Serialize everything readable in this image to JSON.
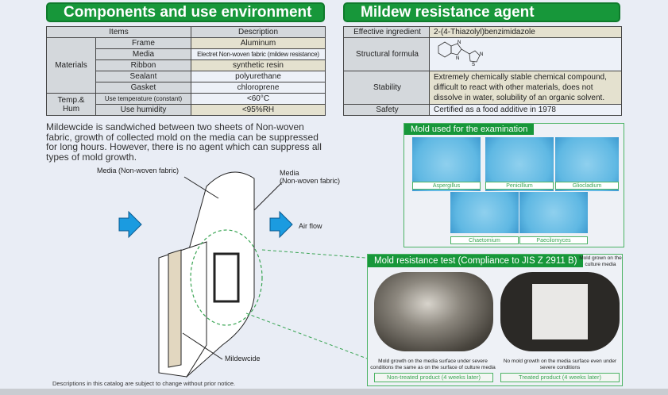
{
  "left_title": "Components and use environment",
  "right_title": "Mildew resistance agent",
  "spec_table": {
    "headers": [
      "Items",
      "Description"
    ],
    "groups": [
      {
        "label": "Materials",
        "rows": [
          [
            "Frame",
            "Aluminum"
          ],
          [
            "Media",
            "Electret Non-woven fabric (mildew resistance)"
          ],
          [
            "Ribbon",
            "synthetic resin"
          ],
          [
            "Sealant",
            "polyurethane"
          ],
          [
            "Gasket",
            "chloroprene"
          ]
        ]
      },
      {
        "label": "Temp.& Hum",
        "rows": [
          [
            "Use temperature (constant)",
            "<60°C"
          ],
          [
            "Use humidity",
            "<95%RH"
          ]
        ]
      }
    ]
  },
  "agent_table": {
    "effective_label": "Effective ingredient",
    "effective_value": "2-(4-Thiazolyl)benzimidazole",
    "formula_label": "Structural formula",
    "stability_label": "Stability",
    "stability_value": "Extremely chemically stable chemical compound, difficult to react with other materials, does not dissolve in water, solubility of an organic solvent.",
    "safety_label": "Safety",
    "safety_value": "Certified as a food additive in 1978"
  },
  "description": "Mildewcide is sandwiched between two sheets of Non-woven fabric, growth of collected mold on the media can be suppressed for long hours. However, there is no agent which can suppress all types of mold growth.",
  "diagram": {
    "media_left": "Media (Non-woven fabric)",
    "media_right": "Media\n(Non-woven fabric)",
    "air_flow": "Air flow",
    "mildewcide": "Mildewcide"
  },
  "mold_exam": {
    "title": "Mold used for the examination",
    "molds": [
      "Aspergillus",
      "Penicillium",
      "Gliocladium",
      "Chaetomium",
      "Paecilomyces"
    ]
  },
  "mold_test": {
    "title": "Mold resistance test (Compliance to  JIS Z 2911 B)",
    "grown_note": "Mold grown on the culture media",
    "left_caption": "Mold growth on the media surface under severe conditions the same as on the surface of culture media",
    "left_label": "Non-treated product (4 weeks later)",
    "right_caption": "No mold growth on the media surface even under severe conditions",
    "right_label": "Treated product (4 weeks later)"
  },
  "footer": "Descriptions in this catalog are subject to change without prior notice."
}
